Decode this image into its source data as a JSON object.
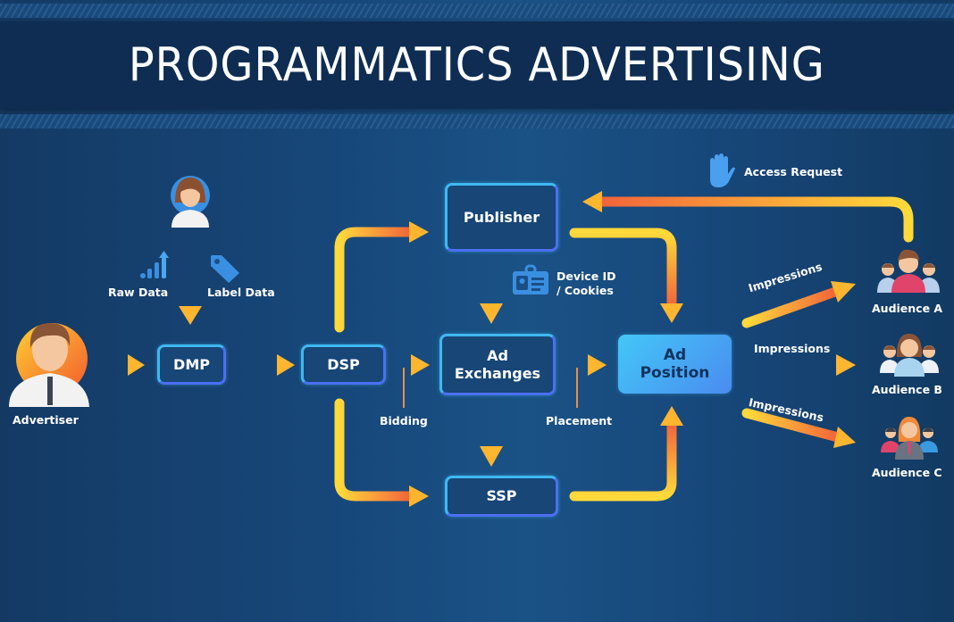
{
  "title": "PROGRAMMATICS ADVERTISING",
  "nodes": {
    "advertiser": "Advertiser",
    "dmp": "DMP",
    "dsp": "DSP",
    "publisher": "Publisher",
    "ad_exchanges_line1": "Ad",
    "ad_exchanges_line2": "Exchanges",
    "ssp": "SSP",
    "ad_position_line1": "Ad",
    "ad_position_line2": "Position",
    "audience_a": "Audience A",
    "audience_b": "Audience B",
    "audience_c": "Audience C"
  },
  "labels": {
    "raw_data": "Raw Data",
    "label_data": "Label Data",
    "device_id_line1": "Device ID",
    "device_id_line2": "/ Cookies",
    "bidding": "Bidding",
    "placement": "Placement",
    "access_request": "Access Request",
    "impressions_a": "Impressions",
    "impressions_b": "Impressions",
    "impressions_c": "Impressions"
  },
  "icons": {
    "raw_data": "bar-chart-up-icon",
    "label_data": "tag-icon",
    "device_id": "id-card-icon",
    "access_request": "hand-stop-icon"
  },
  "colors": {
    "background": "#17477a",
    "banner": "#0f2d52",
    "box_border": "#3fb8f0",
    "arrow_start": "#ffd93a",
    "arrow_end": "#f2643a",
    "ad_position_fill": "#43c7f7"
  }
}
